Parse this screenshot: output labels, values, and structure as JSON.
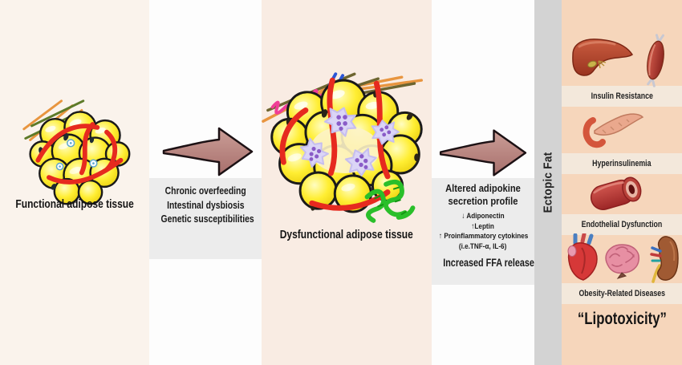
{
  "palette": {
    "cream_left": "#faf3ec",
    "cream_mid": "#f9ece3",
    "strip_white": "#fdfdfd",
    "box_gray": "#ececec",
    "bar_gray": "#d3d3d3",
    "panel_peach": "#f6d6bb",
    "band_peach": "#f3e8db",
    "arrow_mauve": "#b47e7a",
    "adipocyte_yellow": "#ffee33",
    "vessel_red": "#e62a1f",
    "macrophage_lavender": "#dbd5f6",
    "text": "#1b1b1b"
  },
  "functional": {
    "label": "Functional adipose tissue"
  },
  "causes_box": {
    "lines": [
      "Chronic overfeeding",
      "Intestinal dysbiosis",
      "Genetic susceptibilities"
    ]
  },
  "dysfunctional": {
    "label": "Dysfunctional adipose tissue"
  },
  "secretion_box": {
    "title": "Altered adipokine secretion profile",
    "items": [
      "↓ Adiponectin",
      "↑Leptin",
      "↑ Proinflammatory cytokines",
      "(i.e.TNF-α, IL-6)"
    ],
    "footer": "Increased FFA release"
  },
  "ectopic_bar": {
    "label": "Ectopic Fat"
  },
  "organs_panel": {
    "rows": [
      {
        "label": "Insulin Resistance",
        "icons": [
          "liver-icon",
          "muscle-icon"
        ]
      },
      {
        "label": "Hyperinsulinemia",
        "icons": [
          "pancreas-icon"
        ]
      },
      {
        "label": "Endothelial Dysfunction",
        "icons": [
          "blood-vessel-icon"
        ]
      },
      {
        "label": "Obesity-Related Diseases",
        "icons": [
          "heart-icon",
          "brain-icon",
          "kidney-icon"
        ]
      }
    ],
    "footer": "“Lipotoxicity”"
  }
}
